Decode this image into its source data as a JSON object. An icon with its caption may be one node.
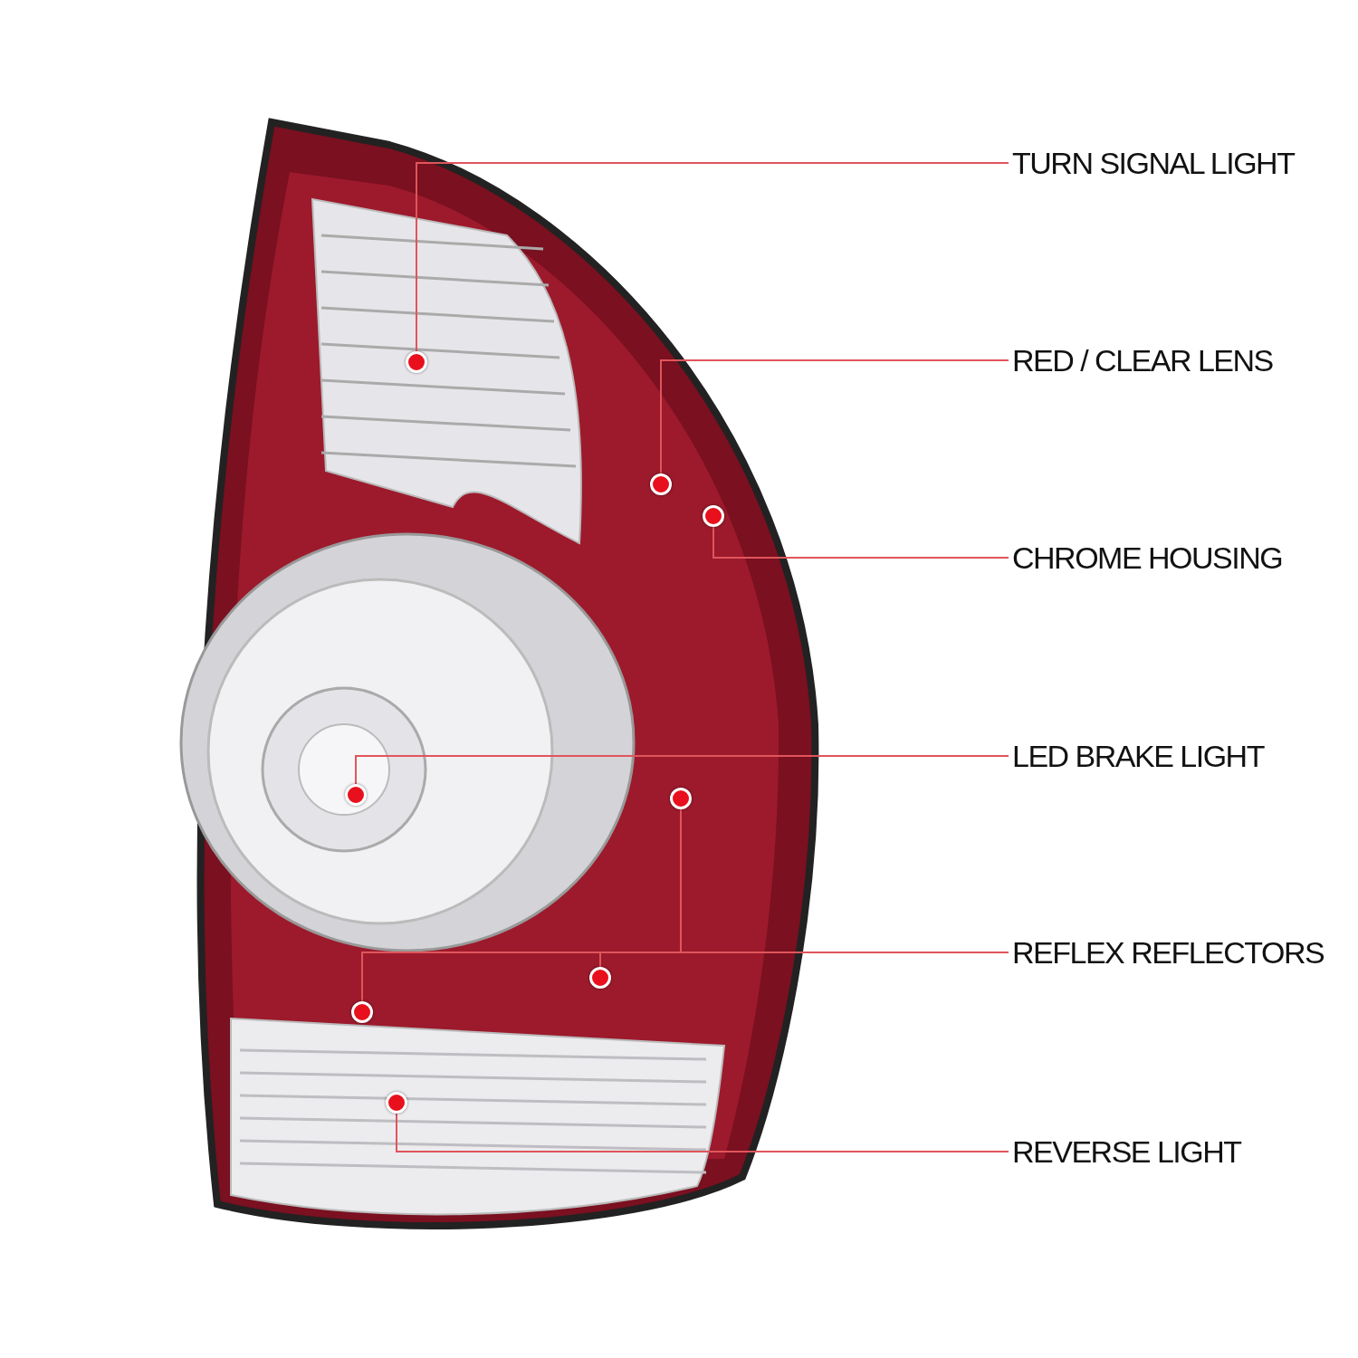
{
  "diagram": {
    "nodes": [
      {
        "text": [
          "TURN SIGNAL LIGHT"
        ]
      },
      {
        "text": [],
        "shape": "circle"
      },
      {
        "text": [
          "RED / CLEAR LENS"
        ]
      },
      {
        "text": [],
        "shape": "circle"
      },
      {
        "text": [
          "CHROME HOUSING"
        ]
      },
      {
        "text": [],
        "shape": "circle"
      },
      {
        "text": [
          "LED BRAKE LIGHT"
        ]
      },
      {
        "text": [],
        "shape": "circle"
      },
      {
        "text": [
          "REFLEX REFLECTORS"
        ]
      },
      {
        "text": [],
        "shape": "circle"
      },
      {
        "text": [],
        "shape": "circle"
      },
      {
        "text": [],
        "shape": "circle"
      },
      {
        "text": [
          "REVERSE LIGHT"
        ]
      },
      {
        "text": [],
        "shape": "circle"
      }
    ],
    "edges": [
      {
        "from": 0,
        "to": 1,
        "arrow": "none"
      },
      {
        "from": 2,
        "to": 3,
        "arrow": "none"
      },
      {
        "from": 4,
        "to": 5,
        "arrow": "none"
      },
      {
        "from": 6,
        "to": 7,
        "arrow": "none"
      },
      {
        "from": 8,
        "to": 9,
        "arrow": "none"
      },
      {
        "from": 8,
        "to": 10,
        "arrow": "none"
      },
      {
        "from": 8,
        "to": 11,
        "arrow": "none"
      },
      {
        "from": 12,
        "to": 13,
        "arrow": "none"
      }
    ]
  }
}
